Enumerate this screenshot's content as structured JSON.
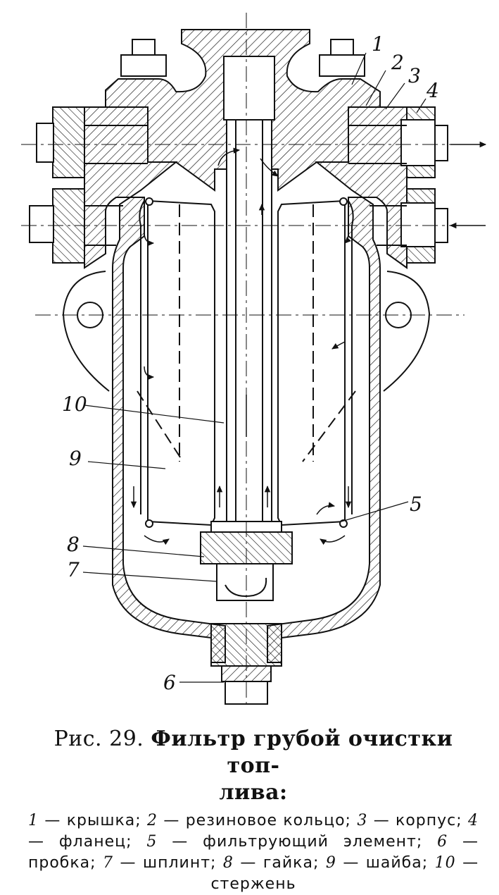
{
  "labels": {
    "n1": "1",
    "n2": "2",
    "n3": "3",
    "n4": "4",
    "n5": "5",
    "n6": "6",
    "n7": "7",
    "n8": "8",
    "n9": "9",
    "n10": "10"
  },
  "caption": {
    "prefix": "Рис. 29.",
    "title_line1": "Фильтр грубой очистки топ-",
    "title_line2": "лива:"
  },
  "legend": [
    {
      "num": "1",
      "text": "— крышка;"
    },
    {
      "num": "2",
      "text": "— резиновое кольцо;"
    },
    {
      "num": "3",
      "text": "— корпус;"
    },
    {
      "num": "4",
      "text": "— фланец;"
    },
    {
      "num": "5",
      "text": "— фильтрующий элемент;"
    },
    {
      "num": "6",
      "text": "— пробка;"
    },
    {
      "num": "7",
      "text": "— шплинт;"
    },
    {
      "num": "8",
      "text": "— гайка;"
    },
    {
      "num": "9",
      "text": "— шайба;"
    },
    {
      "num": "10",
      "text": "— стержень"
    }
  ],
  "colors": {
    "ink": "#111111",
    "paper": "#ffffff"
  }
}
